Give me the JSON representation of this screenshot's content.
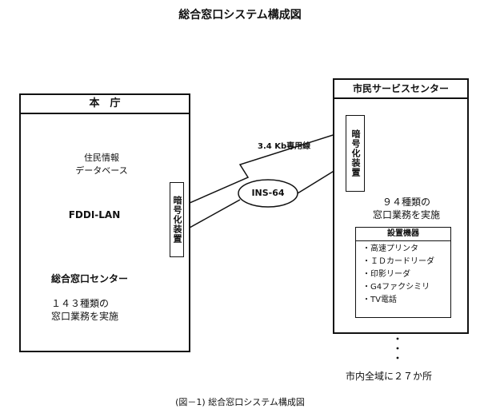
{
  "title": "総合窓口システム構成図",
  "caption": "(図－1) 総合窓口システム構成図",
  "hq": {
    "header": "本　庁",
    "database": [
      "住民情報",
      "データベース"
    ],
    "lan": "FDDI-LAN",
    "encryptor": "暗号化装置",
    "center_name": "総合窓口センター",
    "services": [
      "１４３種類の",
      "窓口業務を実施"
    ]
  },
  "network": {
    "line_label": "3.4 Kb専用線",
    "ins": "INS-64"
  },
  "service_center": {
    "header": "市民サービスセンター",
    "encryptor": "暗号化装置",
    "services": [
      "９４種類の",
      "窓口業務を実施"
    ],
    "equipment_title": "設置機器",
    "equipment": [
      "・高速プリンタ",
      "・ＩＤカードリーダ",
      "・印影リーダ",
      "・G4ファクシミリ",
      "・TV電話"
    ]
  },
  "count_note": "市内全域に２７か所"
}
